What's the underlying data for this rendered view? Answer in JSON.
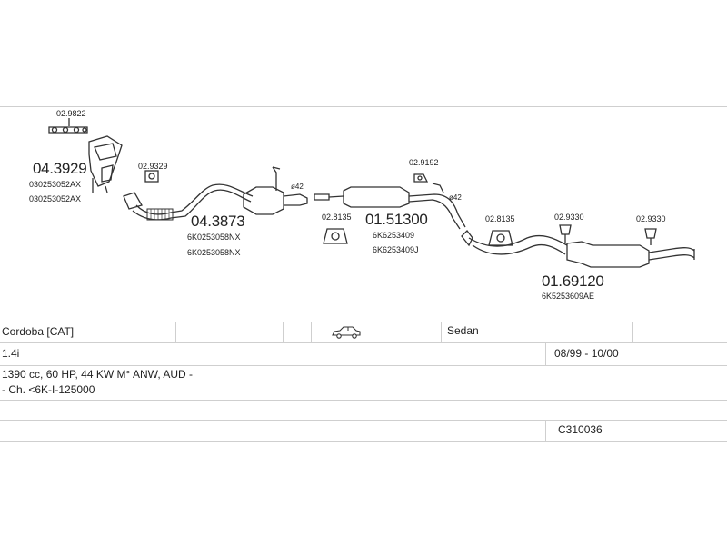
{
  "parts": {
    "gasket_code": "02.9822",
    "manifold_code": "04.3929",
    "manifold_oem1": "030253052AX",
    "manifold_oem2": "030253052AX",
    "clamp1_code": "02.9329",
    "catalyst_code": "04.3873",
    "catalyst_oem1": "6K0253058NX",
    "catalyst_oem2": "6K0253058NX",
    "sensor1_label": "ø42",
    "mount1_code": "02.8135",
    "middle_code": "01.51300",
    "middle_oem1": "6K6253409",
    "middle_oem2": "6K6253409J",
    "clamp2_code": "02.9192",
    "sensor2_label": "ø42",
    "mount2_code": "02.8135",
    "hanger1_code": "02.9330",
    "hanger2_code": "02.9330",
    "rear_code": "01.69120",
    "rear_oem": "6K5253609AE"
  },
  "vehicle": {
    "model": "Cordoba  [CAT]",
    "body": "Sedan",
    "engine": "1.4i",
    "years": "08/99 - 10/00",
    "specs": "1390 cc, 60 HP, 44 KW M° ANW, AUD -",
    "chassis": "- Ch. <6K-I-125000",
    "code": "C310036"
  },
  "icons": [
    "sedan-car-icon"
  ]
}
